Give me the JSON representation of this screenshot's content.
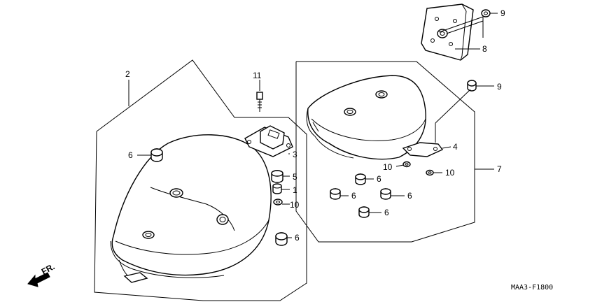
{
  "diagram": {
    "code": "MAA3-F1800",
    "direction_label": "FR.",
    "callouts": [
      {
        "id": "c-9a",
        "text": "9"
      },
      {
        "id": "c-8",
        "text": "8"
      },
      {
        "id": "c-9b",
        "text": "9"
      },
      {
        "id": "c-2",
        "text": "2"
      },
      {
        "id": "c-11",
        "text": "11"
      },
      {
        "id": "c-3",
        "text": "3"
      },
      {
        "id": "c-5",
        "text": "5"
      },
      {
        "id": "c-1",
        "text": "1"
      },
      {
        "id": "c-10a",
        "text": "10"
      },
      {
        "id": "c-6a",
        "text": "6"
      },
      {
        "id": "c-6b",
        "text": "6"
      },
      {
        "id": "c-4",
        "text": "4"
      },
      {
        "id": "c-10b",
        "text": "10"
      },
      {
        "id": "c-10c",
        "text": "10"
      },
      {
        "id": "c-7",
        "text": "7"
      },
      {
        "id": "c-6c",
        "text": "6"
      },
      {
        "id": "c-6d",
        "text": "6"
      },
      {
        "id": "c-6e",
        "text": "6"
      },
      {
        "id": "c-6f",
        "text": "6"
      }
    ]
  }
}
